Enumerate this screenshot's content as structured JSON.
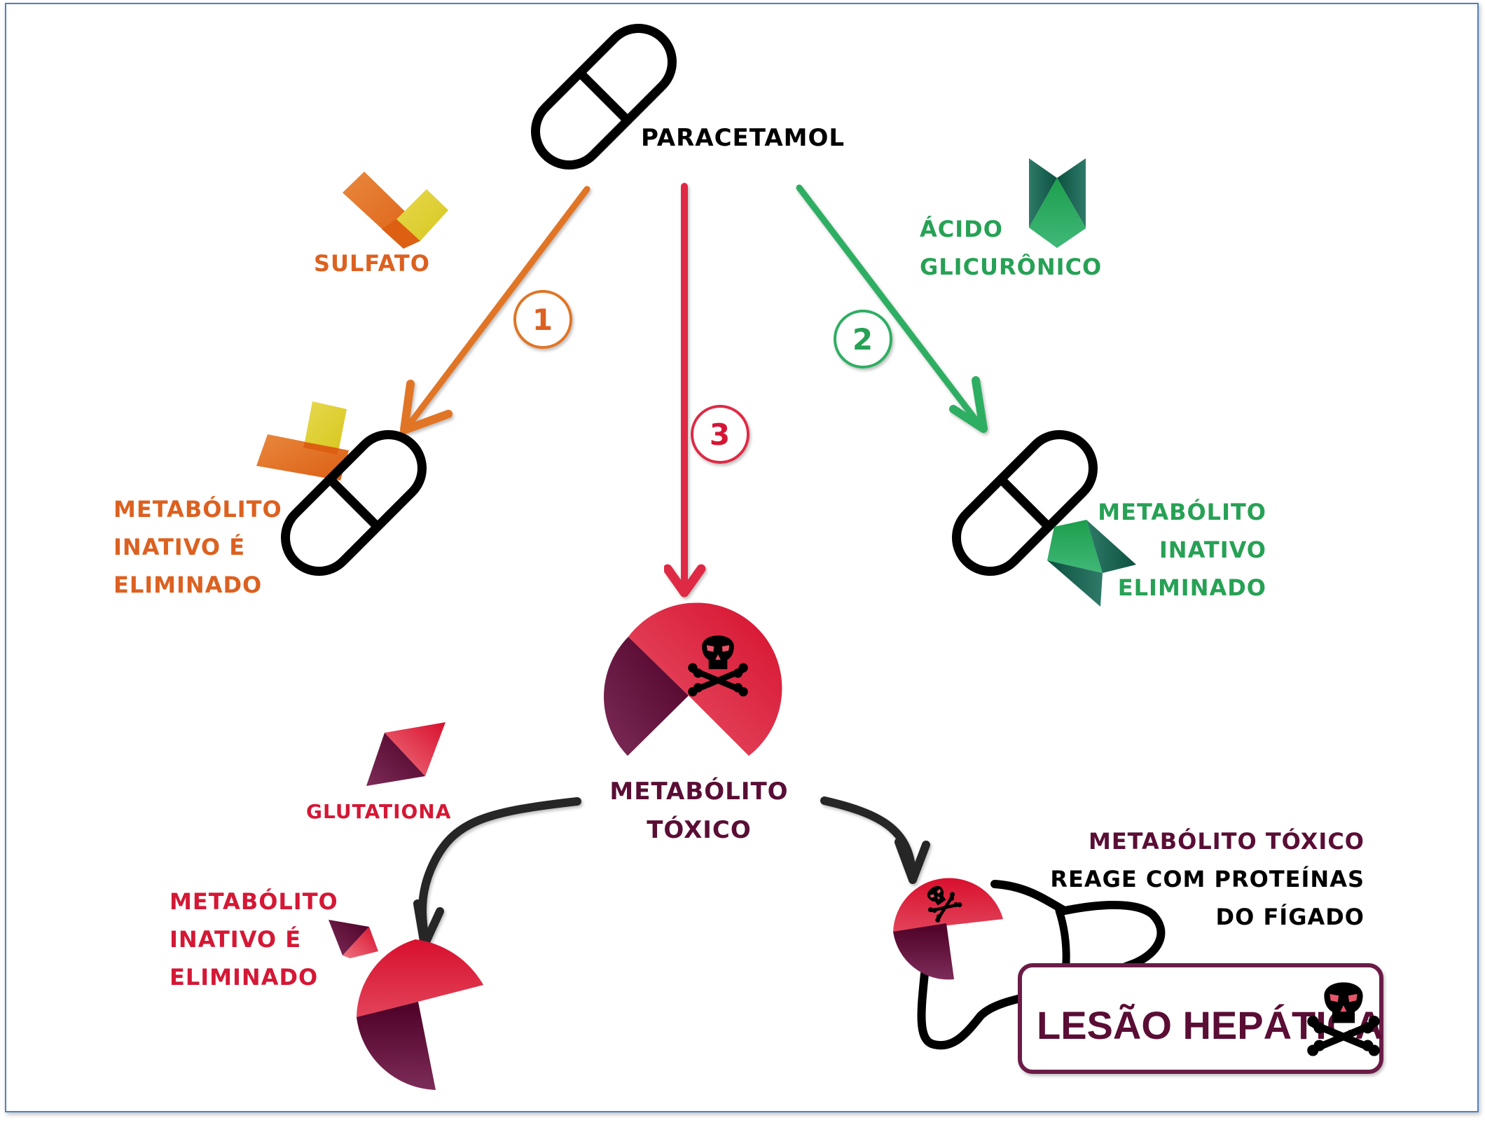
{
  "diagram": {
    "title": "PARACETAMOL",
    "colors": {
      "orange": "#dc6120",
      "orange_arrow": "#e07528",
      "yellow": "#dcd030",
      "green": "#27a155",
      "green_arrow": "#2fae62",
      "green_dark": "#13624a",
      "red": "#d41835",
      "red_arrow": "#de2c45",
      "maroon": "#5a0e35",
      "box_border": "#6b1a46",
      "frame": "#4f81c4",
      "black": "#000000",
      "dark_arrow": "#262626"
    },
    "pathways": [
      {
        "number": "1",
        "color": "orange",
        "conjugate_label": "SULFATO",
        "result_label": [
          "METABÓLITO",
          "INATIVO É",
          "ELIMINADO"
        ]
      },
      {
        "number": "2",
        "color": "green",
        "conjugate_label": [
          "ÁCIDO",
          "GLICURÔNICO"
        ],
        "result_label": [
          "METABÓLITO",
          "INATIVO",
          "ELIMINADO"
        ]
      },
      {
        "number": "3",
        "color": "red",
        "result_label": [
          "METABÓLITO",
          "TÓXICO"
        ]
      }
    ],
    "toxic_branches": {
      "glutathione_label": "GLUTATIONA",
      "inactivated_label": [
        "METABÓLITO",
        "INATIVO É",
        "ELIMINADO"
      ],
      "liver_reaction_label": [
        "METABÓLITO TÓXICO",
        "REAGE COM PROTEÍNAS",
        "DO FÍGADO"
      ],
      "outcome_label": "LESÃO HEPÁTICA"
    },
    "icons": [
      "pill-icon",
      "sulfate-icon",
      "glucuronic-acid-icon",
      "toxic-metabolite-icon",
      "skull-crossbones-icon",
      "glutathione-icon",
      "liver-icon"
    ]
  }
}
